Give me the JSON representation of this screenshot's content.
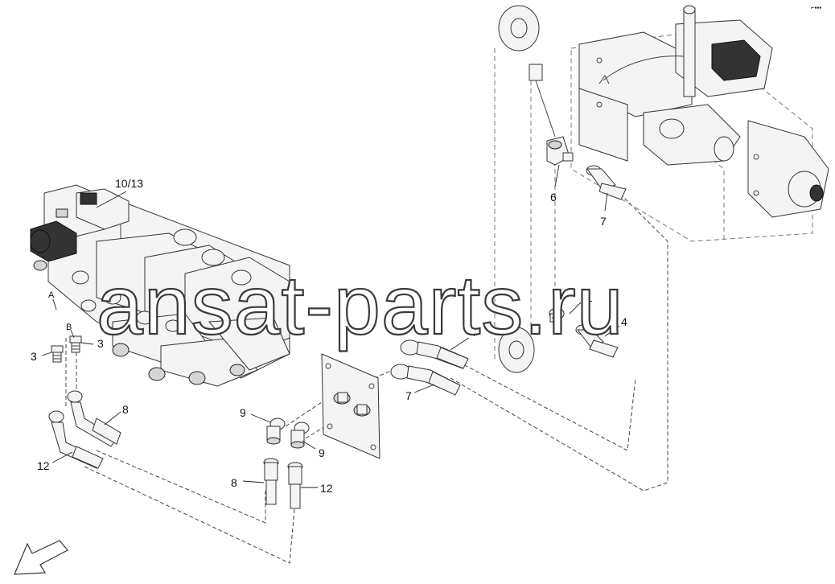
{
  "callouts": {
    "c10_13": "10/13",
    "c6": "6",
    "c7_top": "7",
    "c11": "11",
    "c4_right": "4",
    "c4_mid": "4",
    "c7_mid": "7",
    "c3_left": "3",
    "c3_right": "3",
    "c8_left": "8",
    "c12_left": "12",
    "c9_top": "9",
    "c9_bottom": "9",
    "c8_bottom": "8",
    "c12_bottom": "12"
  },
  "ports": {
    "a": "A",
    "b": "B"
  },
  "watermark": "ansat-parts.ru",
  "corner_mark": "⌐▪▪▪",
  "icons": {
    "direction_arrow": "arrow-down-left-icon"
  },
  "colors": {
    "ink": "#333333",
    "background": "#ffffff"
  }
}
